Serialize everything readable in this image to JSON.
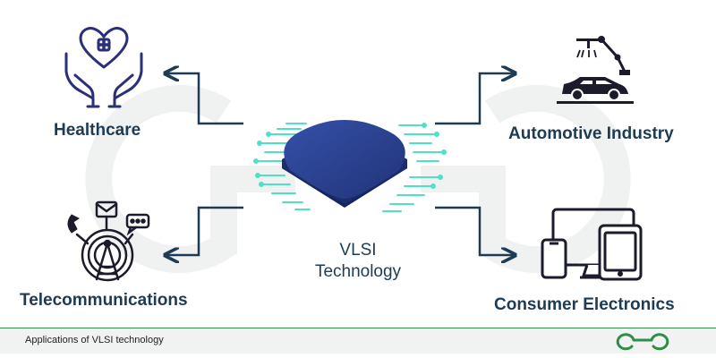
{
  "center": {
    "line1": "VLSI",
    "line2": "Technology"
  },
  "applications": {
    "healthcare": "Healthcare",
    "automotive": "Automotive Industry",
    "telecom": "Telecommunications",
    "consumer": "Consumer Electronics"
  },
  "footer": {
    "caption": "Applications of VLSI technology"
  },
  "colors": {
    "text": "#1d3b53",
    "chip_top": "#2a3e8f",
    "chip_side": "#152561",
    "pins": "#4fe0c8",
    "logo": "#2f8d46"
  },
  "icons": [
    "healthcare-hands-heart-icon",
    "car-robot-arm-icon",
    "signal-tower-icon",
    "devices-icon",
    "geeksforgeeks-logo-icon"
  ]
}
